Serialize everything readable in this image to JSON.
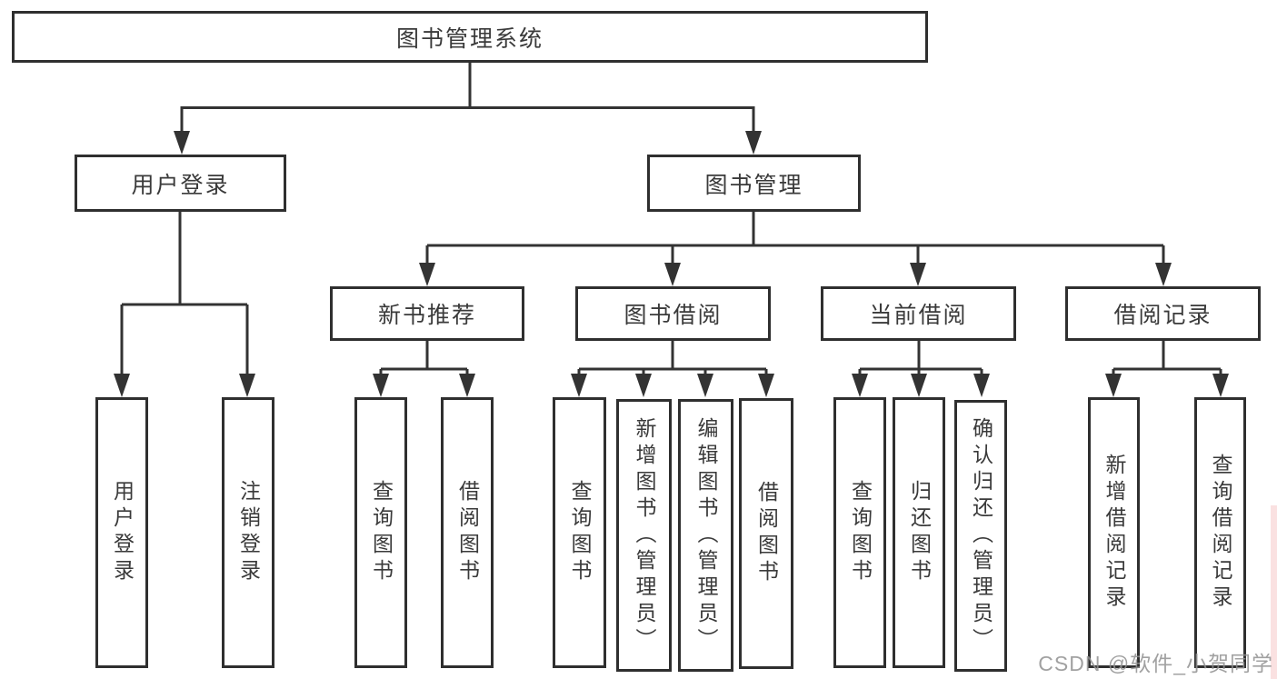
{
  "diagram": {
    "root": {
      "label": "图书管理系统"
    },
    "branches": [
      {
        "label": "用户登录",
        "children": [
          {
            "label": "用户登录"
          },
          {
            "label": "注销登录"
          }
        ]
      },
      {
        "label": "图书管理",
        "children": [
          {
            "label": "新书推荐",
            "children": [
              {
                "label": "查询图书"
              },
              {
                "label": "借阅图书"
              }
            ]
          },
          {
            "label": "图书借阅",
            "children": [
              {
                "label": "查询图书"
              },
              {
                "label": "新增图书（管理员）"
              },
              {
                "label": "编辑图书（管理员）"
              },
              {
                "label": "借阅图书"
              }
            ]
          },
          {
            "label": "当前借阅",
            "children": [
              {
                "label": "查询图书"
              },
              {
                "label": "归还图书"
              },
              {
                "label": "确认归还（管理员）"
              }
            ]
          },
          {
            "label": "借阅记录",
            "children": [
              {
                "label": "新增借阅记录"
              },
              {
                "label": "查询借阅记录"
              }
            ]
          }
        ]
      }
    ]
  },
  "watermark": {
    "text": "CSDN @软件_小贺同学"
  },
  "colors": {
    "line": "#333333",
    "box_border": "#2f2f2f",
    "box_fill": "#ffffff",
    "text": "#3a3a3a",
    "watermark": "#919191"
  }
}
